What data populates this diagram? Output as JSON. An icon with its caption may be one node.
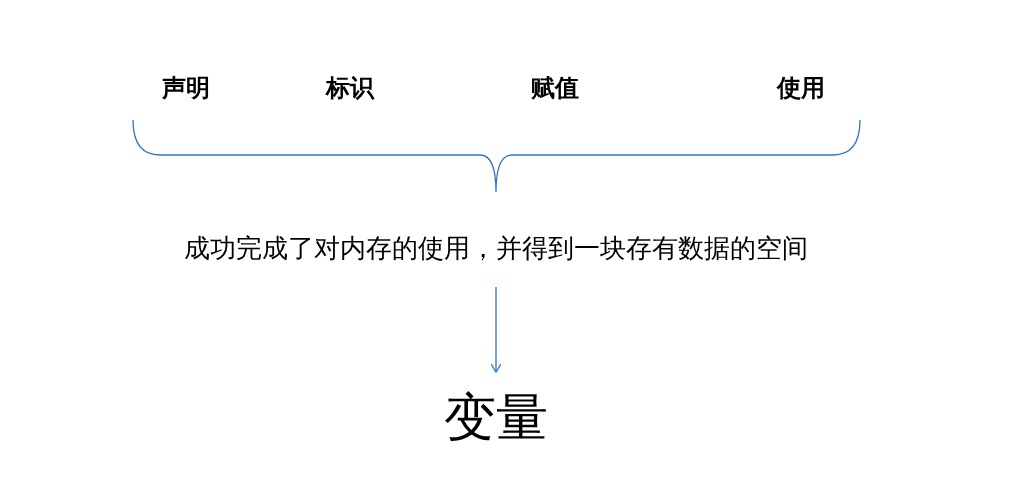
{
  "diagram": {
    "nodes": [
      {
        "text": [
          "成功完成了对内存的使用，并得到一块存有数据的空间"
        ]
      },
      {
        "text": [
          "变量"
        ]
      }
    ],
    "edges": [
      {
        "from": 0,
        "to": 1,
        "arrow": "to"
      }
    ],
    "labels": [
      "声明",
      "标识",
      "赋值",
      "使用"
    ]
  }
}
